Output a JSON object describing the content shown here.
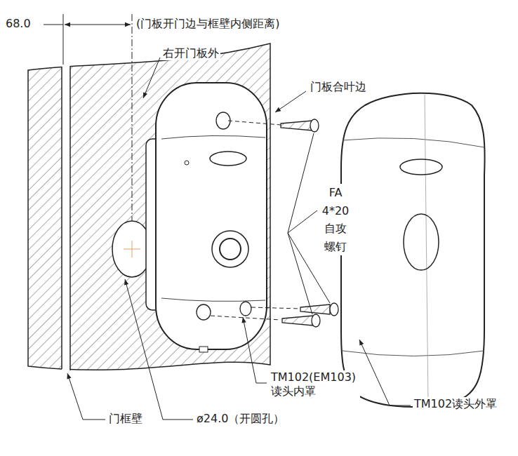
{
  "diagram": {
    "labels": [
      "68.0",
      "(门板开门边与框壁内侧距离)",
      "右开门板外",
      "门板合叶边",
      "FA 4*20 自攻 螺钉",
      "TM102(EM103) 读头内罩",
      "TM102读头外罩",
      "门框壁",
      "ø24.0（开圆孔）"
    ]
  }
}
